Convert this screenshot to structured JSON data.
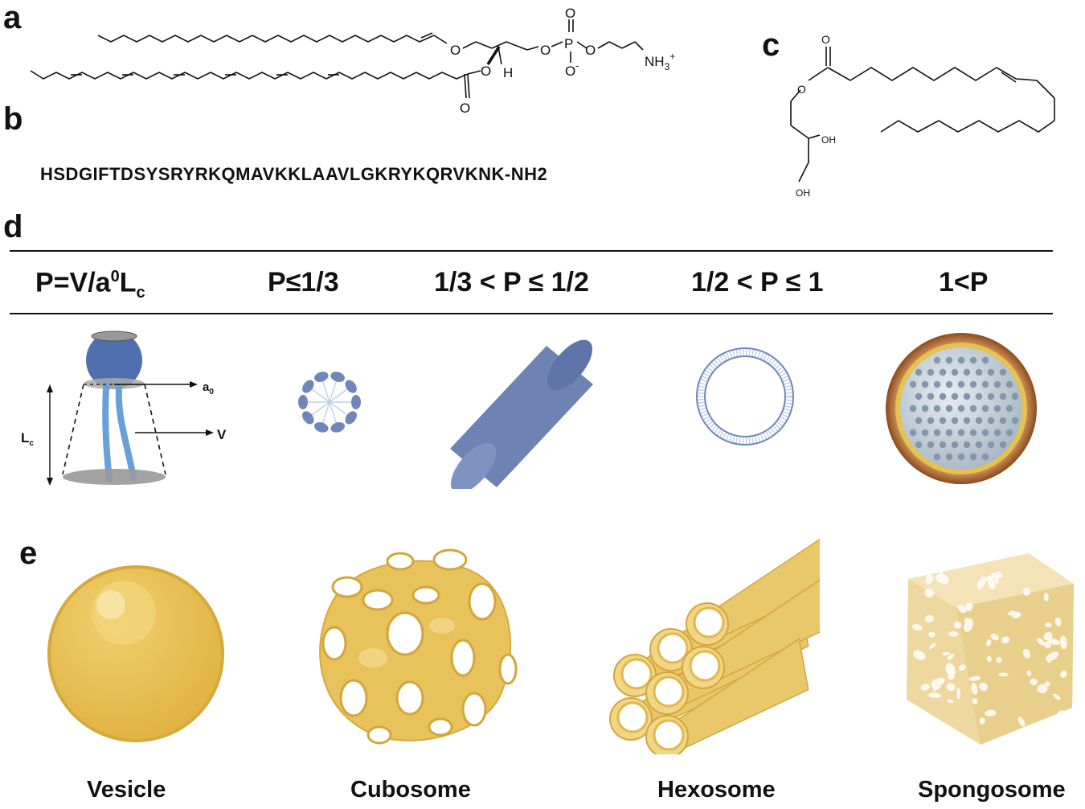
{
  "panels": {
    "a": "a",
    "b": "b",
    "c": "c",
    "d": "d",
    "e": "e"
  },
  "chem_a": {
    "O": "O",
    "P": "P",
    "H": "H",
    "O_minus": "O",
    "minus": "-",
    "NH3": "NH",
    "NH3_sub": "3",
    "NH3_sup": "+"
  },
  "chem_c": {
    "O": "O",
    "OH": "OH"
  },
  "peptide_sequence": "HSDGIFTDSYSRYRKQMAVKKLAAVLGKRYKQRVKNK-NH2",
  "packing_table": {
    "formula": {
      "main": "P=V/a",
      "sup": "0",
      "L": "L",
      "sub": "c"
    },
    "columns": [
      "P≤1/3",
      "1/3 < P ≤ 1/2",
      "1/2 < P ≤ 1",
      "1<P"
    ]
  },
  "cone_labels": {
    "a0": "a",
    "a0_sub": "0",
    "V": "V",
    "Lc": "L",
    "Lc_sub": "c"
  },
  "structures": [
    "Vesicle",
    "Cubosome",
    "Hexosome",
    "Spongosome"
  ],
  "colors": {
    "blue": "#6f86b8",
    "blue_dark": "#4e6aa6",
    "gold": "#e8c25a",
    "gold_light": "#f3dc94",
    "gold_dark": "#d3a63c"
  }
}
